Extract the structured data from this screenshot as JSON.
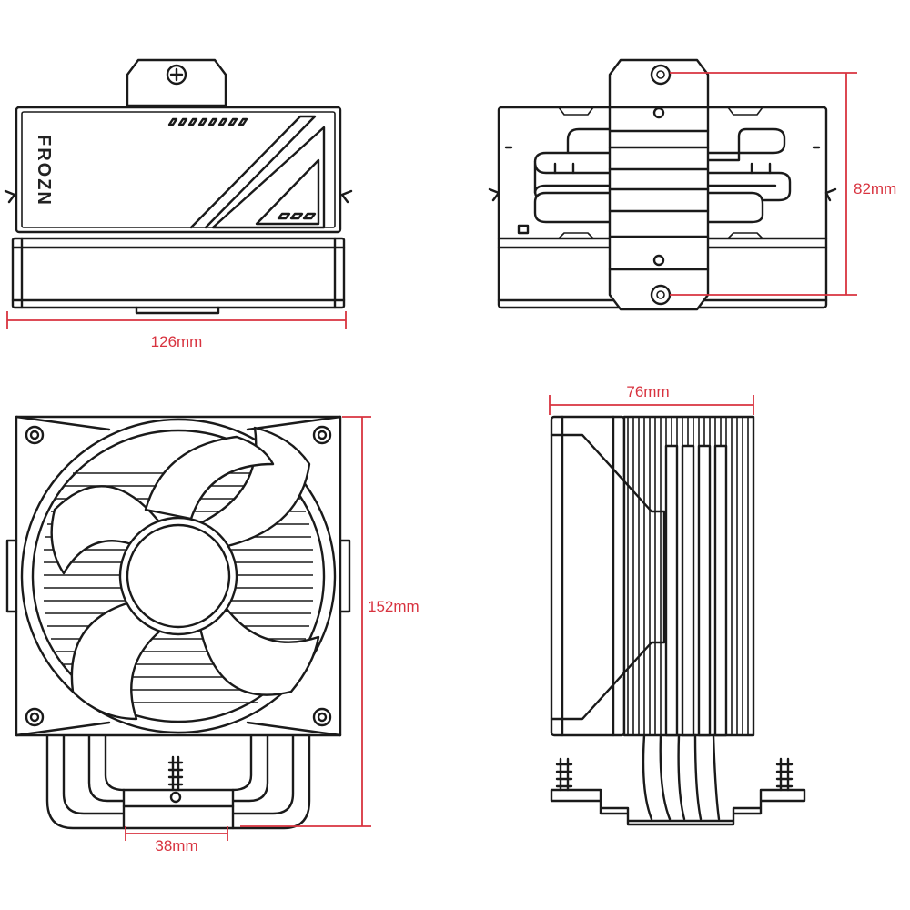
{
  "brand_text": "FROZN",
  "dimensions": {
    "top_width": "126mm",
    "top_height": "82mm",
    "side_height": "152mm",
    "base_width": "38mm",
    "side_depth": "76mm"
  },
  "colors": {
    "line": "#1a1a1a",
    "dimension": "#d8333f",
    "background": "#ffffff"
  }
}
